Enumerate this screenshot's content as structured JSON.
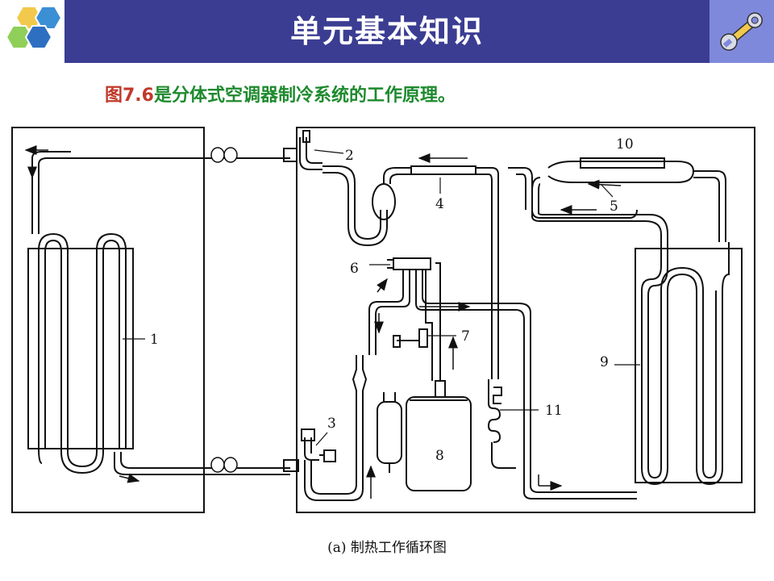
{
  "header": {
    "title": "单元基本知识",
    "logo_icon": "hexagon-cluster-icon",
    "tool_icon": "wrench-icon",
    "accent_color": "#3b3d92"
  },
  "subtitle": {
    "figure_ref": "图7.6",
    "text": "是分体式空调器制冷系统的工作原理。"
  },
  "diagram": {
    "labels": [
      "1",
      "2",
      "3",
      "4",
      "5",
      "6",
      "7",
      "8",
      "9",
      "10",
      "11"
    ]
  },
  "caption": "(a) 制热工作循环图"
}
